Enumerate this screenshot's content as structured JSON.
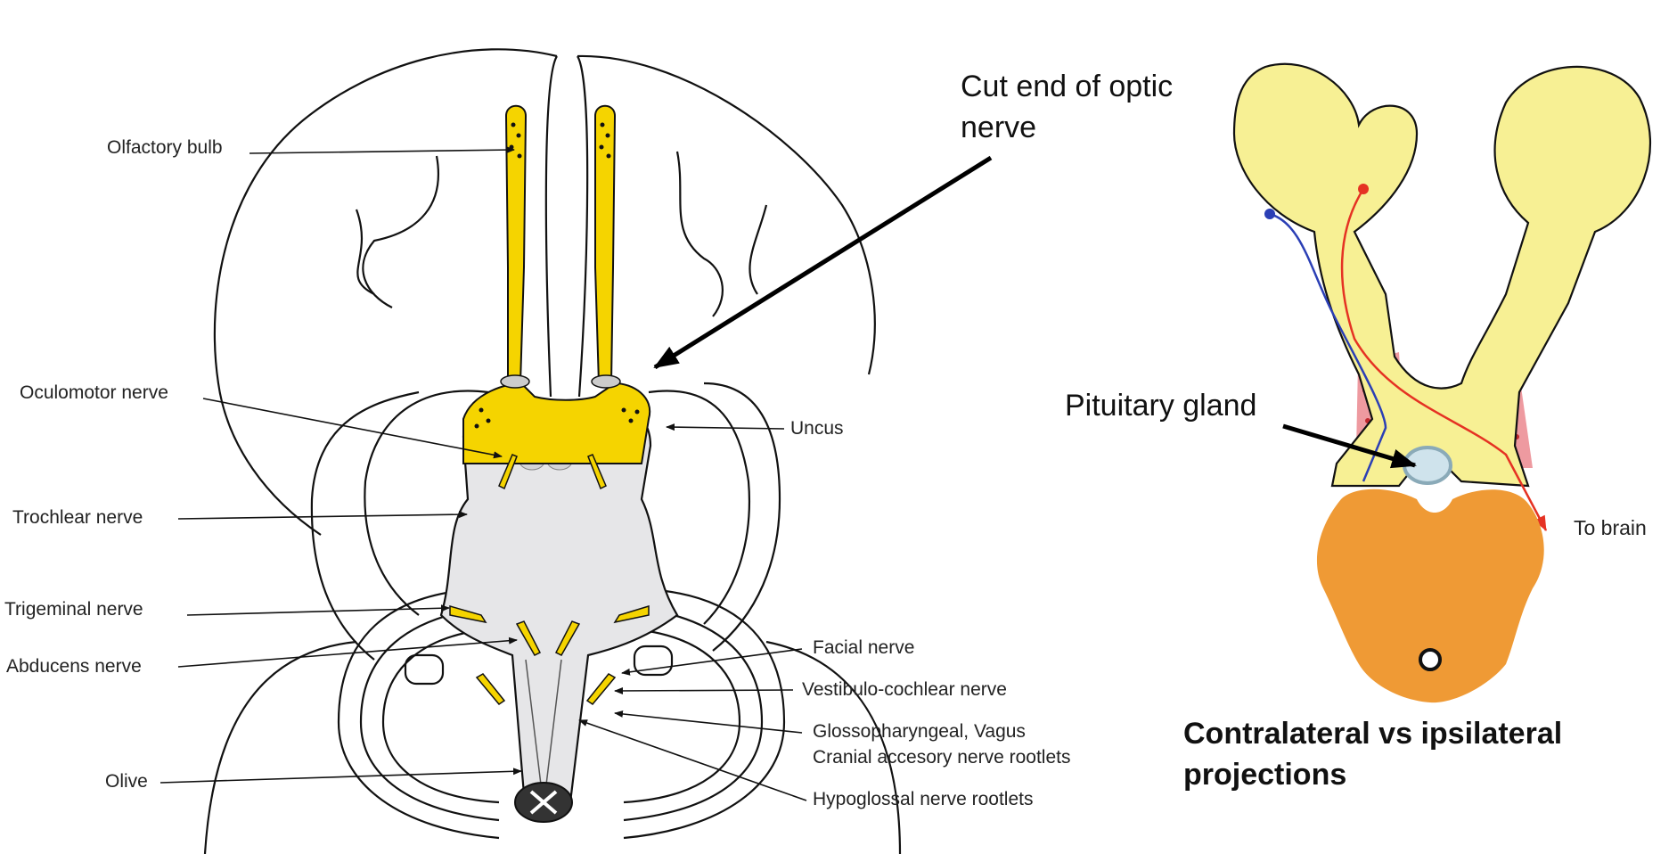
{
  "left_diagram": {
    "labels": {
      "olfactory_bulb": "Olfactory bulb",
      "oculomotor": "Oculomotor nerve",
      "trochlear": "Trochlear nerve",
      "trigeminal": "Trigeminal nerve",
      "abducens": "Abducens nerve",
      "olive": "Olive",
      "uncus": "Uncus",
      "facial": "Facial nerve",
      "vestibulo": "Vestibulo-cochlear nerve",
      "glosso_line1": "Glossopharyngeal,  Vagus",
      "glosso_line2": "Cranial accesory nerve rootlets",
      "hypoglossal": "Hypoglossal nerve rootlets"
    },
    "callout": {
      "line1": "Cut end of optic",
      "line2": "nerve"
    }
  },
  "right_diagram": {
    "pituitary": "Pituitary gland",
    "to_brain": "To brain",
    "caption_line1": "Contralateral vs ipsilateral",
    "caption_line2": "projections"
  },
  "colors": {
    "nerve_yellow": "#f5d400",
    "eye_yellow": "#f7f094",
    "brainstem_gray": "#e6e6e8",
    "orange": "#ef9a35",
    "red_fiber": "#e53223",
    "blue_fiber": "#2b3fb5",
    "pink_region": "#ee9aa0",
    "pituitary_fill": "#cfe3ec"
  }
}
